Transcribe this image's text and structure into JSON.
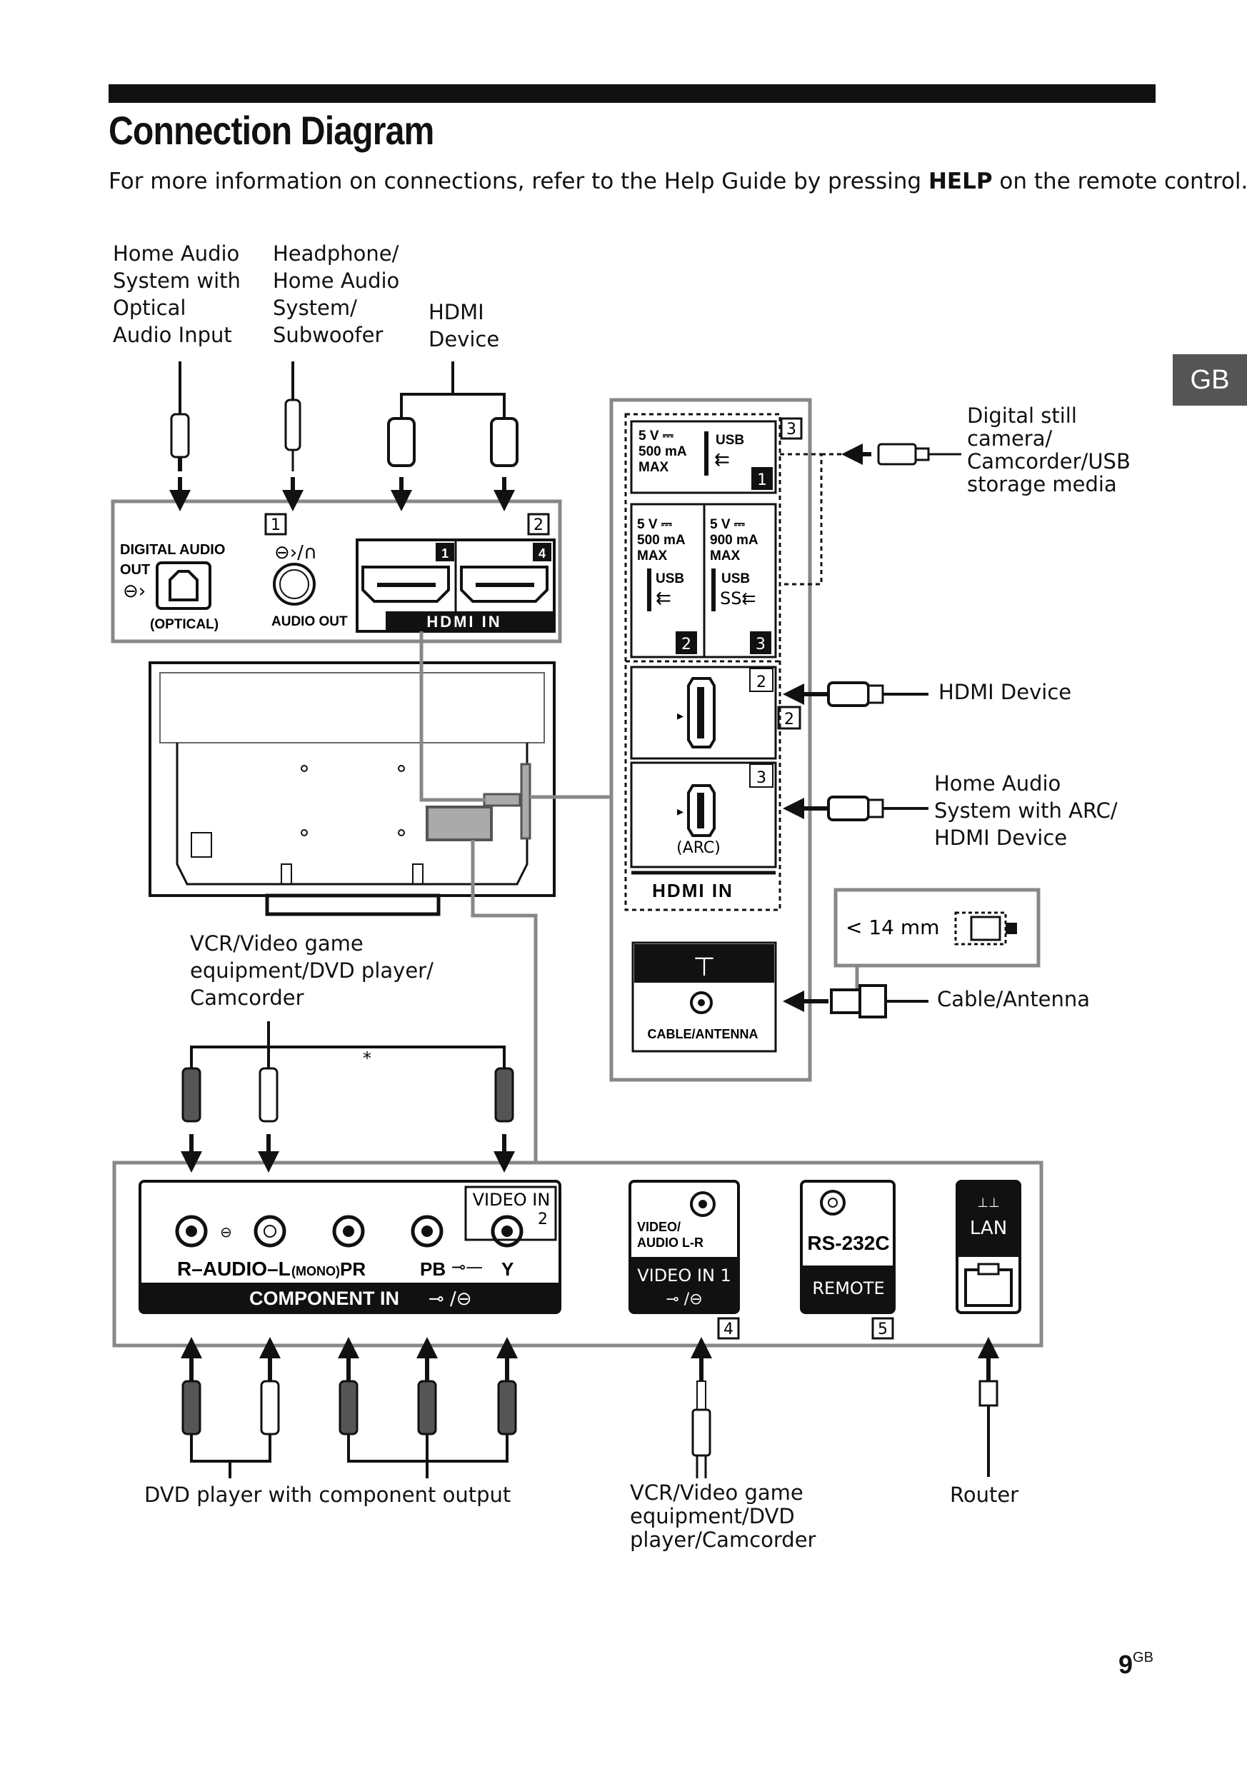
{
  "header": {
    "title": "Connection Diagram",
    "subtitle_pre": "For more information on connections, refer to the Help Guide by pressing ",
    "subtitle_key": "HELP",
    "subtitle_post": " on the remote control."
  },
  "side_tab": "GB",
  "page_number": {
    "number": "9",
    "suffix": "GB"
  },
  "device_labels": {
    "home_audio_optical": "Home Audio\nSystem with\nOptical\nAudio Input",
    "headphone": "Headphone/\nHome Audio\nSystem/\nSubwoofer",
    "hdmi_device_top": "HDMI\nDevice",
    "usb_device": "Digital still\ncamera/\nCamcorder/USB\nstorage media",
    "hdmi_device_right": "HDMI Device",
    "home_audio_arc": "Home Audio\nSystem with ARC/\nHDMI Device",
    "cable_antenna": "Cable/Antenna",
    "vcr_top": "VCR/Video game\nequipment/DVD player/\nCamcorder",
    "dvd_component": "DVD player with component output",
    "vcr_bottom": "VCR/Video game\nequipment/DVD\nplayer/Camcorder",
    "router": "Router"
  },
  "panel_top_left": {
    "digital_audio": "DIGITAL AUDIO",
    "out": "OUT",
    "optical": "(OPTICAL)",
    "audio_out": "AUDIO OUT",
    "hdmi_in": "HDMI IN",
    "hdmi_port_1": "1",
    "hdmi_port_4": "4",
    "box_1": "1",
    "box_2": "2"
  },
  "panel_right": {
    "usb1_spec": "5 V ⎓\n500 mA\nMAX",
    "usb1_label": "USB",
    "usb1_num": "1",
    "usb2_spec": "5 V ⎓\n500 mA\nMAX",
    "usb2_label": "USB",
    "usb2_num": "2",
    "usb3_spec": "5 V ⎓\n900 mA\nMAX",
    "usb3_label": "USB",
    "usb3_num": "3",
    "box_3": "3",
    "hdmi2_num": "2",
    "hdmi3_num": "3",
    "arc": "(ARC)",
    "hdmi_in": "HDMI IN",
    "box_2": "2",
    "cable_antenna": "CABLE/ANTENNA",
    "antenna_size": "< 14 mm"
  },
  "panel_bottom": {
    "video_in_2": "VIDEO IN",
    "video_in_2_num": "2",
    "audio_row": "R–AUDIO–L",
    "mono": "(MONO)",
    "pr": "PR",
    "pb": "PB",
    "y": "Y",
    "component_in": "COMPONENT IN",
    "video_audio": "VIDEO/\nAUDIO L-R",
    "video_in_1": "VIDEO IN 1",
    "rs232c": "RS-232C",
    "remote": "REMOTE",
    "lan": "LAN",
    "box_4": "4",
    "box_5": "5",
    "asterisk": "*"
  }
}
